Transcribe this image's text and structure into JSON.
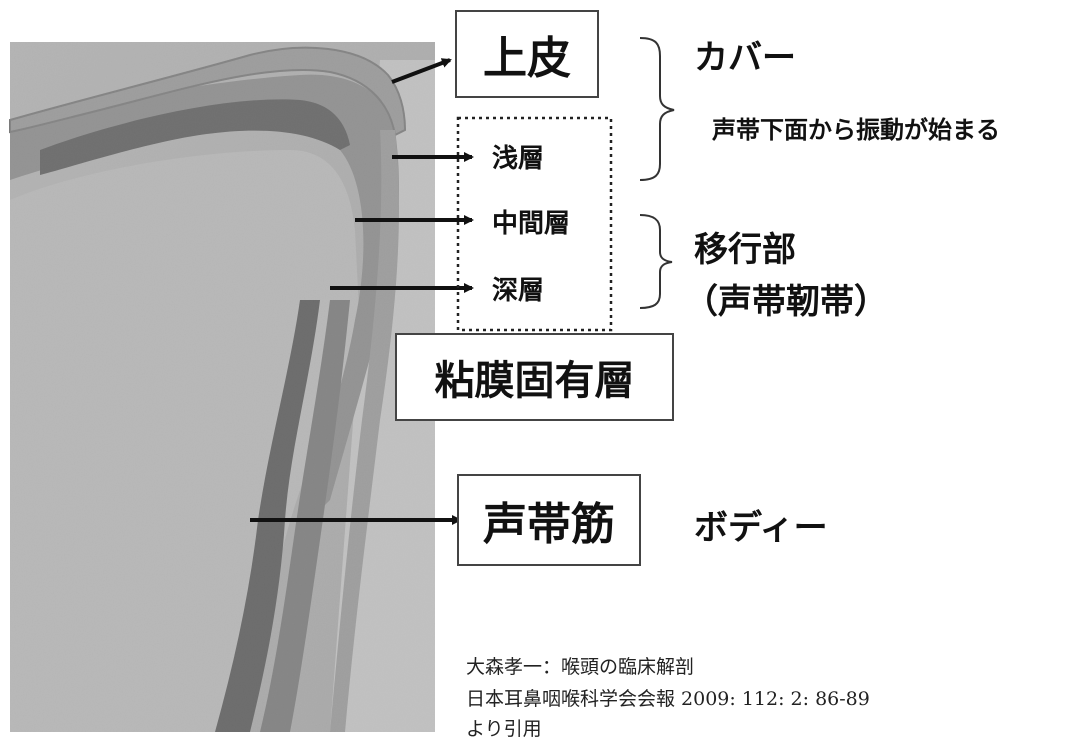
{
  "labels": {
    "epithelium": "上皮",
    "superficial": "浅層",
    "intermediate": "中間層",
    "deep": "深層",
    "lamina_propria": "粘膜固有層",
    "vocalis_muscle": "声帯筋"
  },
  "groups": {
    "cover": "カバー",
    "vibration_note": "声帯下面から振動が始まる",
    "transition_line1": "移行部",
    "transition_line2": "（声帯靭帯）",
    "body": "ボディー"
  },
  "citation": {
    "line1": "大森孝一：喉頭の臨床解剖",
    "line2": "日本耳鼻咽喉科学会会報 2009: 112: 2: 86-89",
    "line3": "より引用"
  }
}
